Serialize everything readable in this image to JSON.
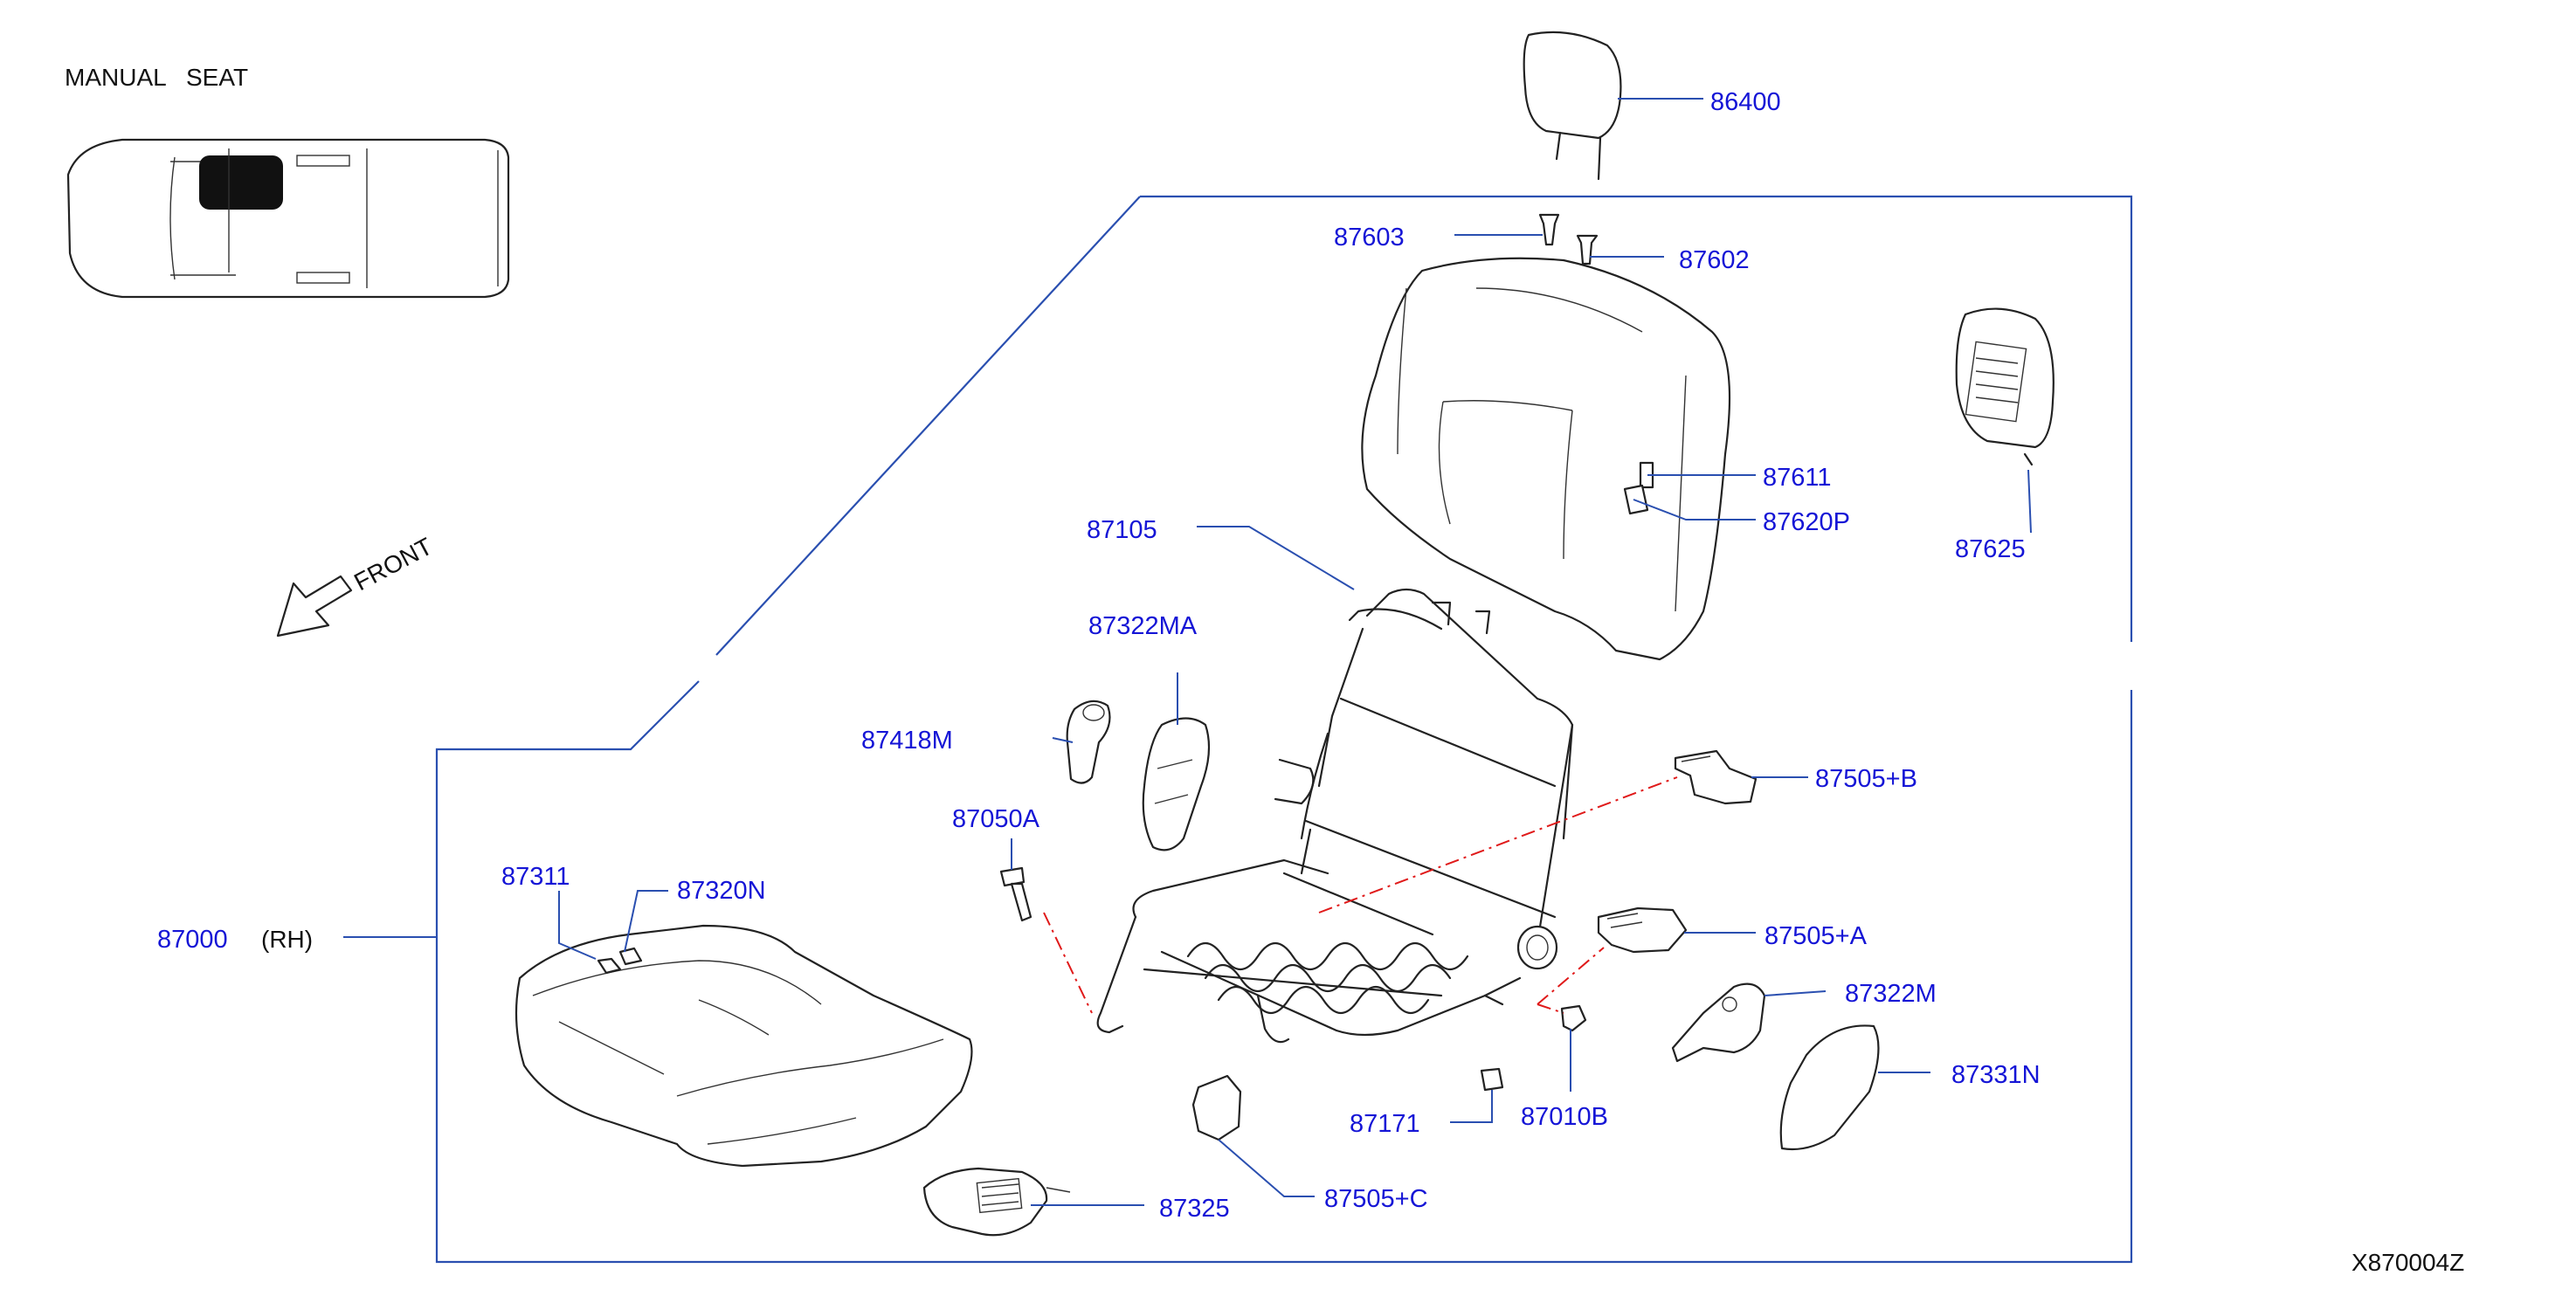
{
  "header": {
    "title": "MANUAL   SEAT",
    "diagram_code": "X870004Z",
    "front_label": "FRONT"
  },
  "assembly": {
    "part_number": "87000",
    "side": "(RH)"
  },
  "callouts": [
    {
      "id": "86400",
      "label": "86400"
    },
    {
      "id": "87603",
      "label": "87603"
    },
    {
      "id": "87602",
      "label": "87602"
    },
    {
      "id": "87611",
      "label": "87611"
    },
    {
      "id": "87620P",
      "label": "87620P"
    },
    {
      "id": "87625",
      "label": "87625"
    },
    {
      "id": "87105",
      "label": "87105"
    },
    {
      "id": "87322MA",
      "label": "87322MA"
    },
    {
      "id": "87418M",
      "label": "87418M"
    },
    {
      "id": "87050A",
      "label": "87050A"
    },
    {
      "id": "87505B",
      "label": "87505+B"
    },
    {
      "id": "87311",
      "label": "87311"
    },
    {
      "id": "87320N",
      "label": "87320N"
    },
    {
      "id": "87505A",
      "label": "87505+A"
    },
    {
      "id": "87322M",
      "label": "87322M"
    },
    {
      "id": "87331N",
      "label": "87331N"
    },
    {
      "id": "87171",
      "label": "87171"
    },
    {
      "id": "87010B",
      "label": "87010B"
    },
    {
      "id": "87505C",
      "label": "87505+C"
    },
    {
      "id": "87325",
      "label": "87325"
    }
  ]
}
